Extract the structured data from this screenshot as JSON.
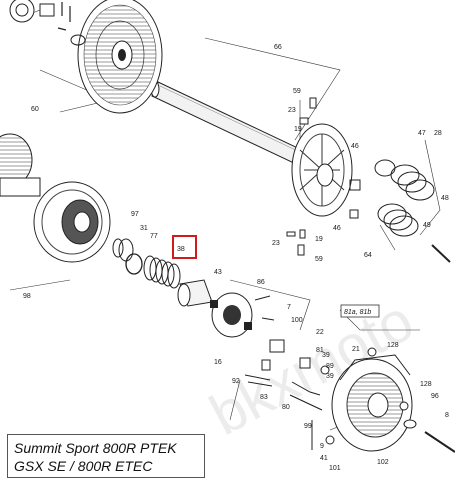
{
  "diagram": {
    "caption": {
      "line1": "Summit Sport 800R PTEK",
      "line2": "GSX SE / 800R ETEC"
    },
    "highlighted_part": "38",
    "highlight_color": "#d11a1a",
    "callout": "81a, 81b",
    "watermark": "bkxmoto",
    "part_labels": {
      "p60": "60",
      "p66": "66",
      "p59a": "59",
      "p23a": "23",
      "p19a": "19",
      "p46a": "46",
      "p47": "47",
      "p28": "28",
      "p48": "48",
      "p46b": "46",
      "p64": "64",
      "p49": "49",
      "p23b": "23",
      "p19b": "19",
      "p59b": "59",
      "p97": "97",
      "p31": "31",
      "p77": "77",
      "p98": "98",
      "p43": "43",
      "p86": "86",
      "p7": "7",
      "p100": "100",
      "p22": "22",
      "p81": "81",
      "p21": "21",
      "p128a": "128",
      "p39a": "39",
      "p89": "89",
      "p39b": "39",
      "p16": "16",
      "p92": "92",
      "p83": "83",
      "p80": "80",
      "p128b": "128",
      "p96": "96",
      "p99": "99",
      "p9": "9",
      "p41": "41",
      "p101": "101",
      "p102": "102",
      "p8": "8"
    }
  }
}
